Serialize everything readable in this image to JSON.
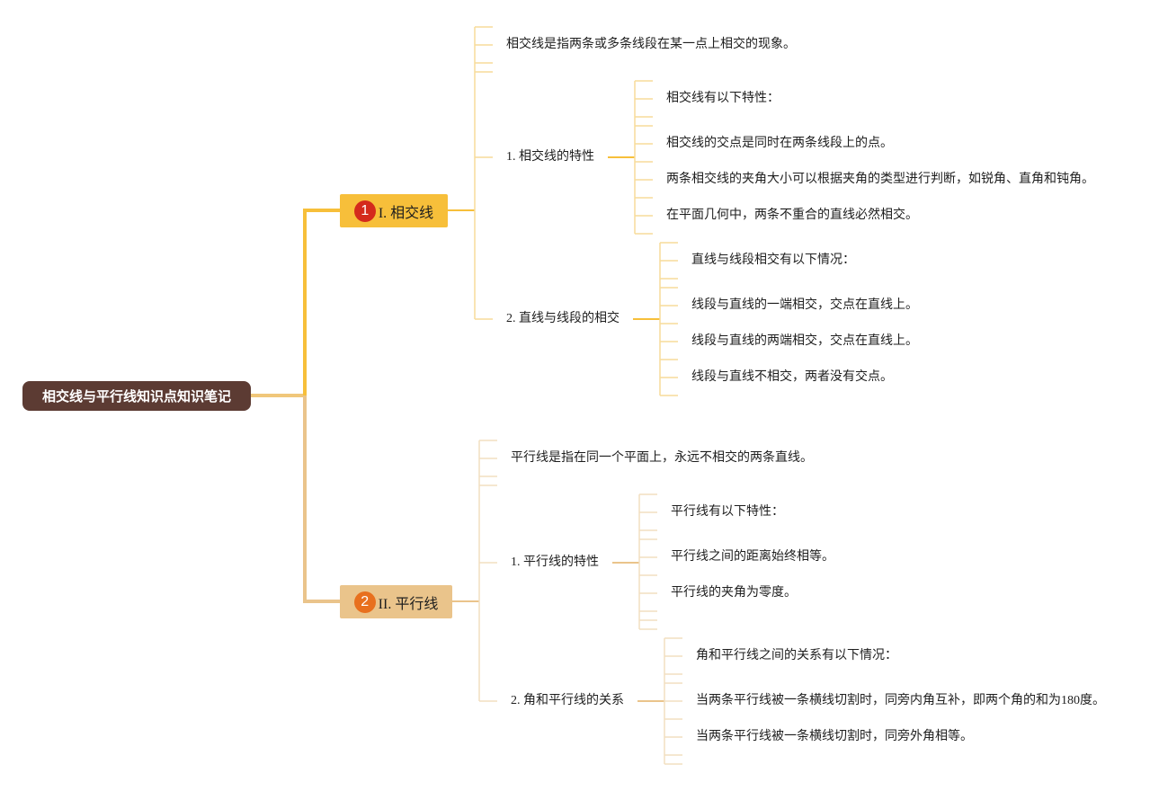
{
  "root": {
    "label": "相交线与平行线知识点知识笔记"
  },
  "branches": [
    {
      "badge": "1",
      "label": "I. 相交线",
      "intro": "相交线是指两条或多条线段在某一点上相交的现象。",
      "subtopics": [
        {
          "label": "1. 相交线的特性",
          "items": [
            "相交线有以下特性：",
            "相交线的交点是同时在两条线段上的点。",
            "两条相交线的夹角大小可以根据夹角的类型进行判断，如锐角、直角和钝角。",
            "在平面几何中，两条不重合的直线必然相交。"
          ]
        },
        {
          "label": "2. 直线与线段的相交",
          "items": [
            "直线与线段相交有以下情况：",
            "线段与直线的一端相交，交点在直线上。",
            "线段与直线的两端相交，交点在直线上。",
            "线段与直线不相交，两者没有交点。"
          ]
        }
      ]
    },
    {
      "badge": "2",
      "label": "II. 平行线",
      "intro": "平行线是指在同一个平面上，永远不相交的两条直线。",
      "subtopics": [
        {
          "label": "1. 平行线的特性",
          "items": [
            "平行线有以下特性：",
            "平行线之间的距离始终相等。",
            "平行线的夹角为零度。"
          ]
        },
        {
          "label": "2. 角和平行线的关系",
          "items": [
            "角和平行线之间的关系有以下情况：",
            "当两条平行线被一条横线切割时，同旁内角互补，即两个角的和为180度。",
            "当两条平行线被一条横线切割时，同旁外角相等。"
          ]
        }
      ]
    }
  ],
  "colors": {
    "root_bg": "#5c3b33",
    "branch1": "#f7bf3a",
    "branch1_light": "#f7dc9a",
    "branch2": "#eac48b",
    "branch2_light": "#f2dfc0",
    "badge1": "#d42a1c",
    "badge2": "#e8701e"
  }
}
